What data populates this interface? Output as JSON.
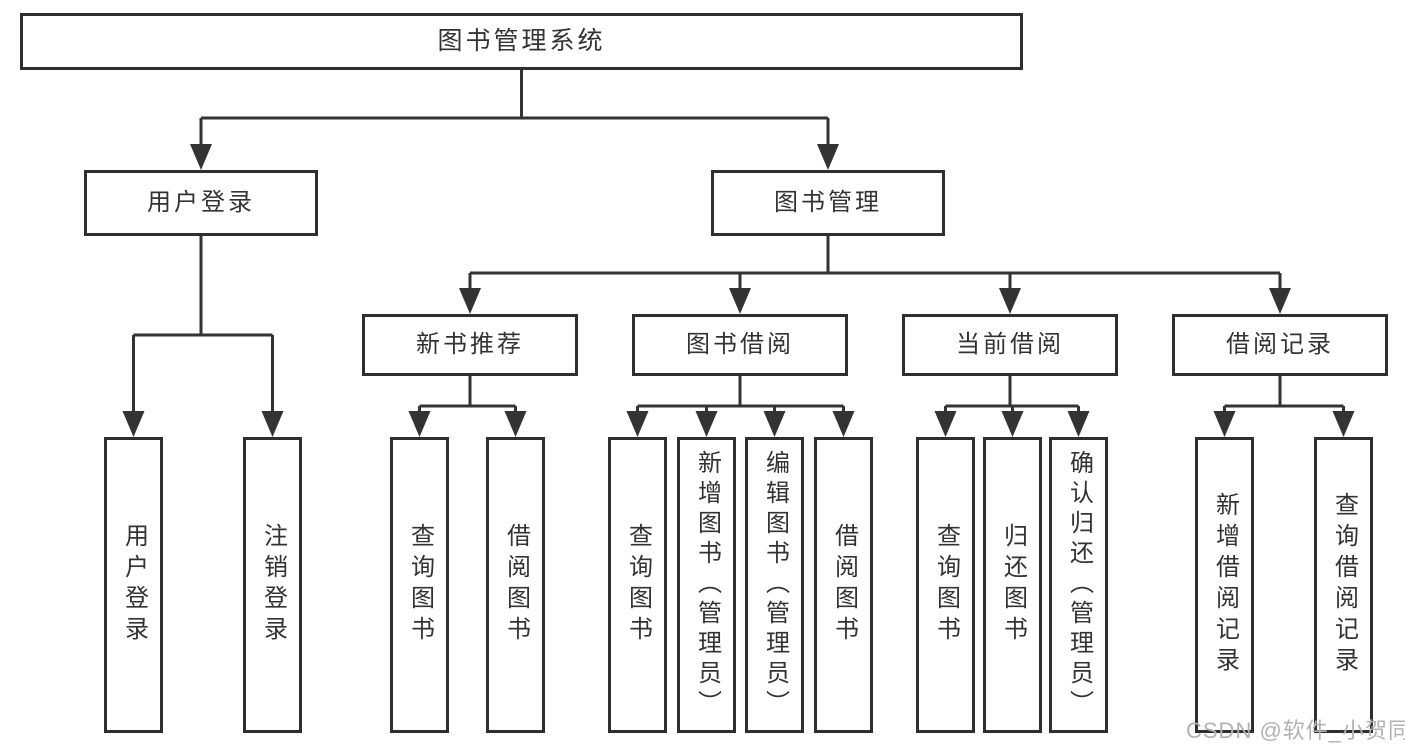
{
  "root": {
    "label": "图书管理系统"
  },
  "branches": {
    "user_login": {
      "label": "用户登录",
      "children": [
        "用户登录",
        "注销登录"
      ]
    },
    "book_management": {
      "label": "图书管理"
    }
  },
  "modules": [
    {
      "label": "新书推荐",
      "children": [
        "查询图书",
        "借阅图书"
      ]
    },
    {
      "label": "图书借阅",
      "children": [
        "查询图书",
        "新增图书（管理员）",
        "编辑图书（管理员）",
        "借阅图书"
      ]
    },
    {
      "label": "当前借阅",
      "children": [
        "查询图书",
        "归还图书",
        "确认归还（管理员）"
      ]
    },
    {
      "label": "借阅记录",
      "children": [
        "新增借阅记录",
        "查询借阅记录"
      ]
    }
  ],
  "watermark": "CSDN @软件_小贺同学",
  "colors": {
    "line": "#333333",
    "text": "#333333",
    "watermark": "#b2b2b2",
    "background": "#ffffff"
  }
}
